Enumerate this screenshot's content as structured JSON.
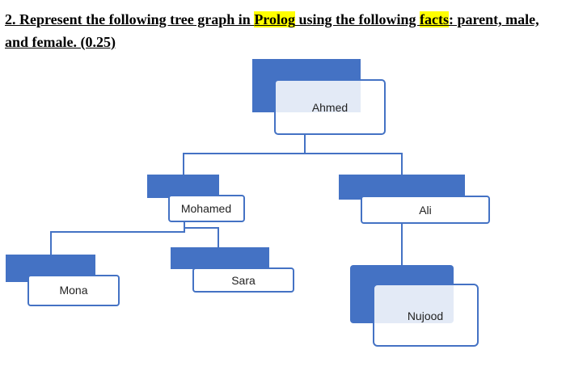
{
  "question": {
    "part1": "2. Represent the following tree graph in ",
    "highlight1": "Prolog",
    "part2": " using the following ",
    "highlight2": "facts",
    "part3": ": parent, male, and female. (0.25)"
  },
  "tree": {
    "accent_color": "#4472C4",
    "line_color": "#4472C4",
    "nodes": {
      "ahmed": "Ahmed",
      "mohamed": "Mohamed",
      "ali": "Ali",
      "mona": "Mona",
      "sara": "Sara",
      "nujood": "Nujood"
    }
  }
}
